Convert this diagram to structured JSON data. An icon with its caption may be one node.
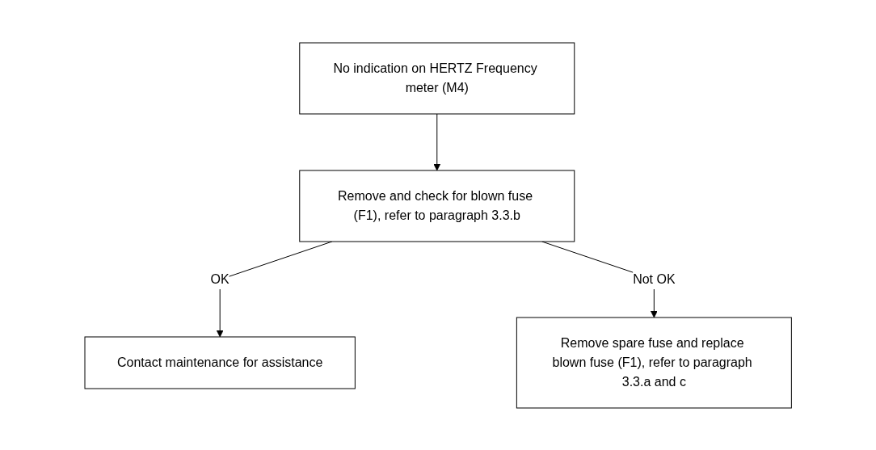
{
  "diagram": {
    "nodes": [
      {
        "text": [
          "No indication on HERTZ Frequency meter (M4)"
        ]
      },
      {
        "text": [
          "Remove and check for blown fuse (F1), refer to paragraph 3.3.b"
        ]
      },
      {
        "text": [
          "Contact maintenance for assistance"
        ]
      },
      {
        "text": [
          "Remove spare fuse and replace blown fuse (F1), refer to paragraph 3.3.a and c"
        ]
      }
    ],
    "edges": [
      {
        "from": 0,
        "to": 1,
        "arrow": "to"
      },
      {
        "from": 1,
        "to": 2,
        "arrow": "to",
        "label": "OK"
      },
      {
        "from": 1,
        "to": 3,
        "arrow": "to",
        "label": "Not OK"
      }
    ]
  }
}
